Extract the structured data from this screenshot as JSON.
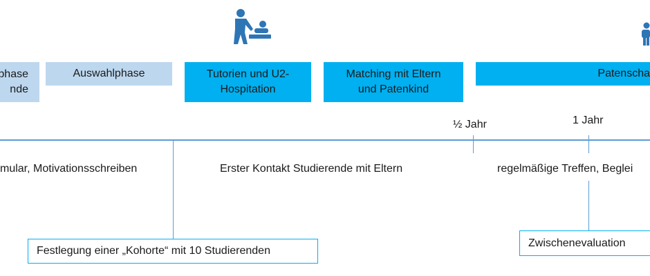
{
  "icons": {
    "caregiver": "person-changing-baby-icon",
    "child": "child-icon",
    "color": "#2e75b6"
  },
  "colors": {
    "light_phase": "#bdd7ee",
    "dark_phase": "#00b0f0",
    "axis": "#5b9bd5"
  },
  "phases": [
    {
      "text": "phase\nnde"
    },
    {
      "text": "Auswahlphase"
    },
    {
      "text": "Tutorien und U2-\nHospitation"
    },
    {
      "text": "Matching mit Eltern\nund Patenkind"
    },
    {
      "text": "Patenscha"
    }
  ],
  "timeline": {
    "marks": [
      {
        "label": "½ Jahr"
      },
      {
        "label": "1 Jahr"
      }
    ]
  },
  "activities": [
    {
      "text": "mular, Motivationsschreiben"
    },
    {
      "text": "Erster Kontakt Studierende mit Eltern"
    },
    {
      "text": "regelmäßige Treffen, Beglei"
    }
  ],
  "callouts": [
    {
      "text": "Festlegung einer „Kohorte“ mit 10 Studierenden"
    },
    {
      "text": "Zwischenevaluation"
    }
  ]
}
